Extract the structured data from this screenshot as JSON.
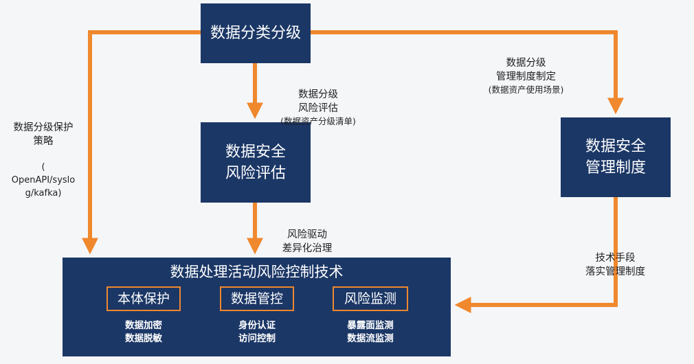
{
  "nodes": {
    "classification": "数据分类分级",
    "risk_assessment": "数据安全\n风险评估",
    "management_system": "数据安全\n管理制度"
  },
  "main_box": {
    "title": "数据处理活动风险控制技术",
    "items": [
      {
        "label": "本体保护",
        "desc": "数据加密\n数据脱敏"
      },
      {
        "label": "数据管控",
        "desc": "身份认证\n访问控制"
      },
      {
        "label": "风险监测",
        "desc": "暴露面监测\n数据流监测"
      }
    ]
  },
  "edge_labels": {
    "left": {
      "text": "数据分级保护\n策略",
      "detail": "(\nOpenAPI/syslo\ng/kafka)"
    },
    "center_top": {
      "text": "数据分级\n风险评估",
      "detail": "(数据资产分级清单)"
    },
    "right_top": {
      "text": "数据分级\n管理制度制定",
      "detail": "(数据资产使用场景)"
    },
    "center_bottom": {
      "text": "风险驱动\n差异化治理"
    },
    "right_bottom": {
      "text": "技术手段\n落实管理制度"
    }
  },
  "colors": {
    "node_fill": "#1b3766",
    "arrow": "#f0882d",
    "sub_border": "#f0882d",
    "text_on_node": "#ffffff",
    "label_text": "#1f1f1f"
  }
}
